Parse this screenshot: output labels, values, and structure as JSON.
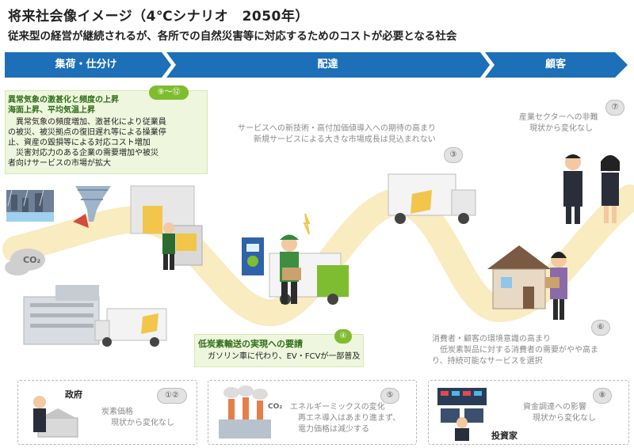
{
  "title": "将来社会像イメージ（4℃シナリオ　2050年）",
  "subtitle": "従来型の経営が継続されるが、各所での自然災害等に対応するためのコストが必要となる社会",
  "stages": [
    "集荷・仕分け",
    "配達",
    "顧客"
  ],
  "risks": {
    "r9_12": {
      "badge": "⑨〜⑫",
      "heading1": "異常気象の激甚化と頻度の上昇",
      "heading2": "海面上昇、平均気温上昇",
      "body": [
        "　異常気象の頻度増加、激甚化により従業員",
        "の被災、被災拠点の復旧遅れ等による操業停",
        "止、資産の毀損等による対応コスト増加",
        "　災害対応力のある企業の需要増加や被災",
        "者向けサービスの市場が拡大"
      ]
    },
    "r3": {
      "badge": "③",
      "line1": "サービスへの新技術・高付加価値導入への期待の高まり",
      "line2": "新規サービスによる大きな市場成長は見込まれない"
    },
    "r7": {
      "badge": "⑦",
      "line1": "産業セクターへの非難",
      "line2": "現状から変化なし"
    },
    "r4": {
      "badge": "④",
      "line1": "低炭素輸送の実現への要請",
      "line2": "ガソリン車に代わり、EV・FCVが一部普及"
    },
    "r6": {
      "badge": "⑥",
      "line1": "消費者・顧客の環境意識の高まり",
      "line2": "　低炭素製品に対する消費者の需要がやや高ま",
      "line3": "り、持続可能なサービスを選択"
    },
    "r12": {
      "badge": "①②",
      "actor": "政府",
      "line1": "炭素価格",
      "line2": "現状から変化なし"
    },
    "r5": {
      "badge": "⑤",
      "line1": "エネルギーミックスの変化",
      "line2": "再エネ導入はあまり進まず、",
      "line3": "電力価格は減少する"
    },
    "r8": {
      "badge": "⑧",
      "actor": "投資家",
      "line1": "資金調達への影響",
      "line2": "現状から変化なし"
    }
  },
  "co2_label": "CO₂",
  "colors": {
    "stage_blue": "#1d6fb7",
    "accent_green": "#7ebd2f",
    "path_yellow": "#f8ecc0"
  }
}
